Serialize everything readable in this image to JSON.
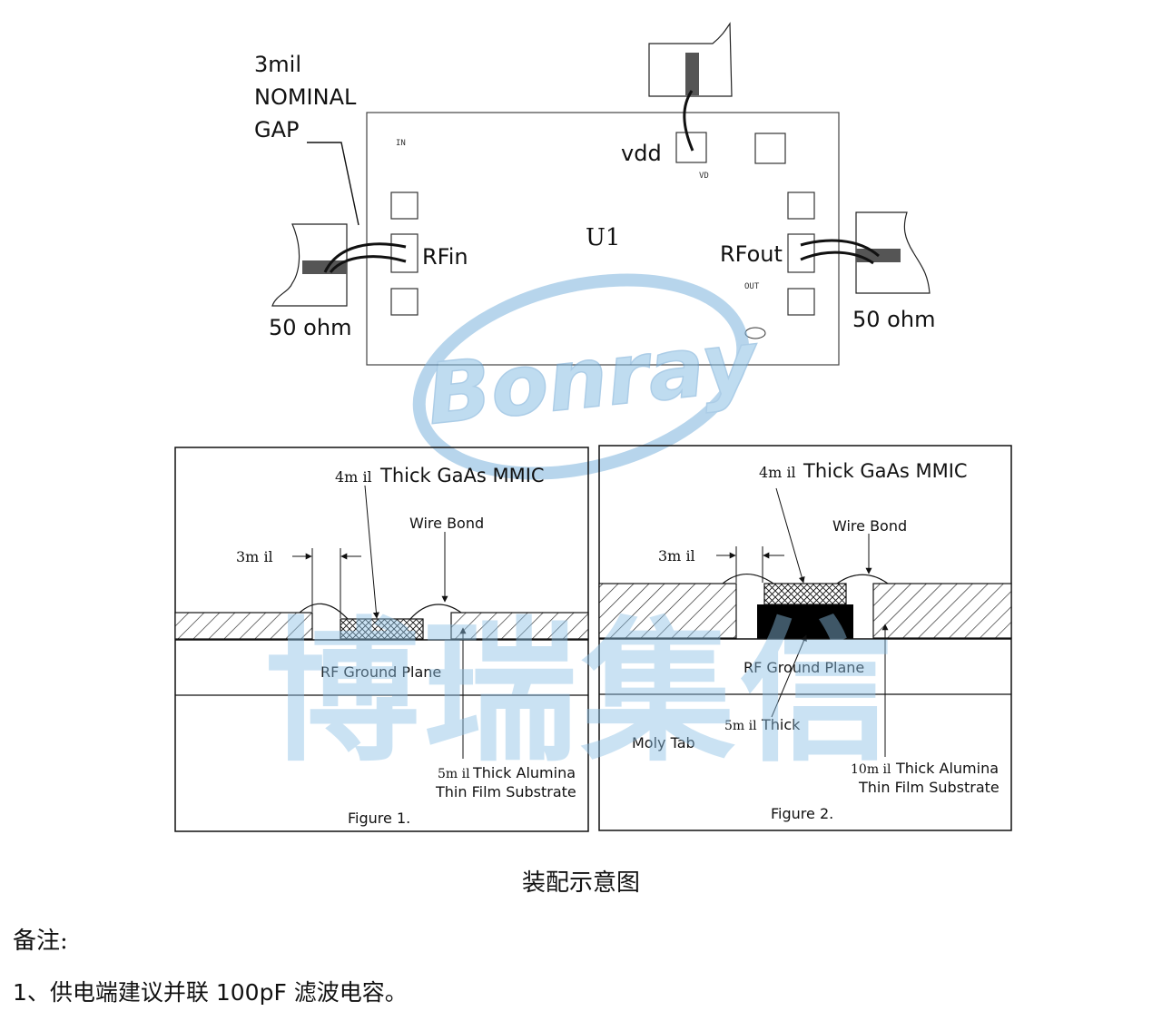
{
  "top_diagram": {
    "gap_label": [
      "3mil",
      "NOMINAL",
      "GAP"
    ],
    "chip_in_tag": "IN",
    "chip_vd_tag": "VD",
    "chip_out_tag": "OUT",
    "chip_name": "U1",
    "vdd_label": "vdd",
    "rfin_label": "RFin",
    "rfout_label": "RFout",
    "left_impedance": "50 ohm",
    "right_impedance": "50 ohm",
    "logo_text": "Bonray"
  },
  "watermark_cn": "博瑞集信",
  "figure1": {
    "mmic_label": "Thick GaAs MMIC",
    "mmic_thickness": "4m il",
    "wire_bond": "Wire Bond",
    "gap": "3m il",
    "ground_plane": "RF Ground Plane",
    "substrate_thickness": "5m il",
    "substrate_line1": "Thick Alumina",
    "substrate_line2": "Thin Film Substrate",
    "caption": "Figure 1."
  },
  "figure2": {
    "mmic_label": "Thick GaAs MMIC",
    "mmic_thickness": "4m il",
    "wire_bond": "Wire Bond",
    "gap": "3m il",
    "ground_plane": "RF Ground Plane",
    "moly_thickness": "5m il",
    "moly_thick_word": "Thick",
    "moly_tab": "Moly Tab",
    "substrate_thickness": "10m il",
    "substrate_line1": "Thick Alumina",
    "substrate_line2": "Thin Film Substrate",
    "caption": "Figure 2."
  },
  "caption": "装配示意图",
  "notes": {
    "title": "备注:",
    "line1": "1、供电端建议并联 100pF 滤波电容。"
  }
}
